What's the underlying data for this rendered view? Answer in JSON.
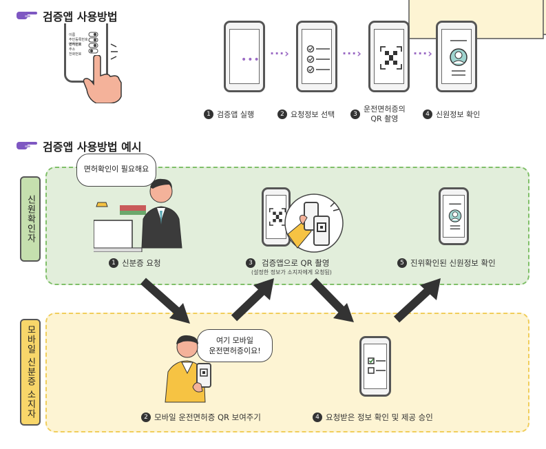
{
  "section1": {
    "title": "검증앱 사용방법",
    "demo_fields": [
      "이름",
      "주민등록번호",
      "면허번호",
      "주소",
      "전화번호"
    ],
    "steps": [
      {
        "num": "1",
        "label": "검증앱 실행"
      },
      {
        "num": "2",
        "label": "요청정보 선택"
      },
      {
        "num": "3",
        "label_line1": "운전면허증의",
        "label_line2": "QR 촬영"
      },
      {
        "num": "4",
        "label": "신원정보 확인"
      }
    ]
  },
  "section2": {
    "title": "검증앱 사용방법 예시",
    "verifier_tab": "신원확인자",
    "holder_tab": "모바일 신분증 소지자",
    "bubble_verifier": "면허확인이 필요해요",
    "bubble_holder_line1": "여기 모바일",
    "bubble_holder_line2": "운전면허증이요!",
    "steps": [
      {
        "num": "1",
        "label": "신분증 요청"
      },
      {
        "num": "2",
        "label": "모바일 운전면허증 QR 보여주기"
      },
      {
        "num": "3",
        "label": "검증앱으로 QR 촬영",
        "sub": "(설정한 정보가 소지자에게 요청됨)"
      },
      {
        "num": "4",
        "label": "요청받은 정보 확인 및 제공 승인"
      },
      {
        "num": "5",
        "label": "진위확인된 신원정보 확인"
      }
    ]
  },
  "colors": {
    "green_zone": "#e2eedb",
    "green_border": "#7fbf68",
    "yellow_zone": "#fdf4d3",
    "yellow_border": "#f0cd5a",
    "accent_purple": "#9b6bc4",
    "hand_purple": "#7e57c2"
  }
}
